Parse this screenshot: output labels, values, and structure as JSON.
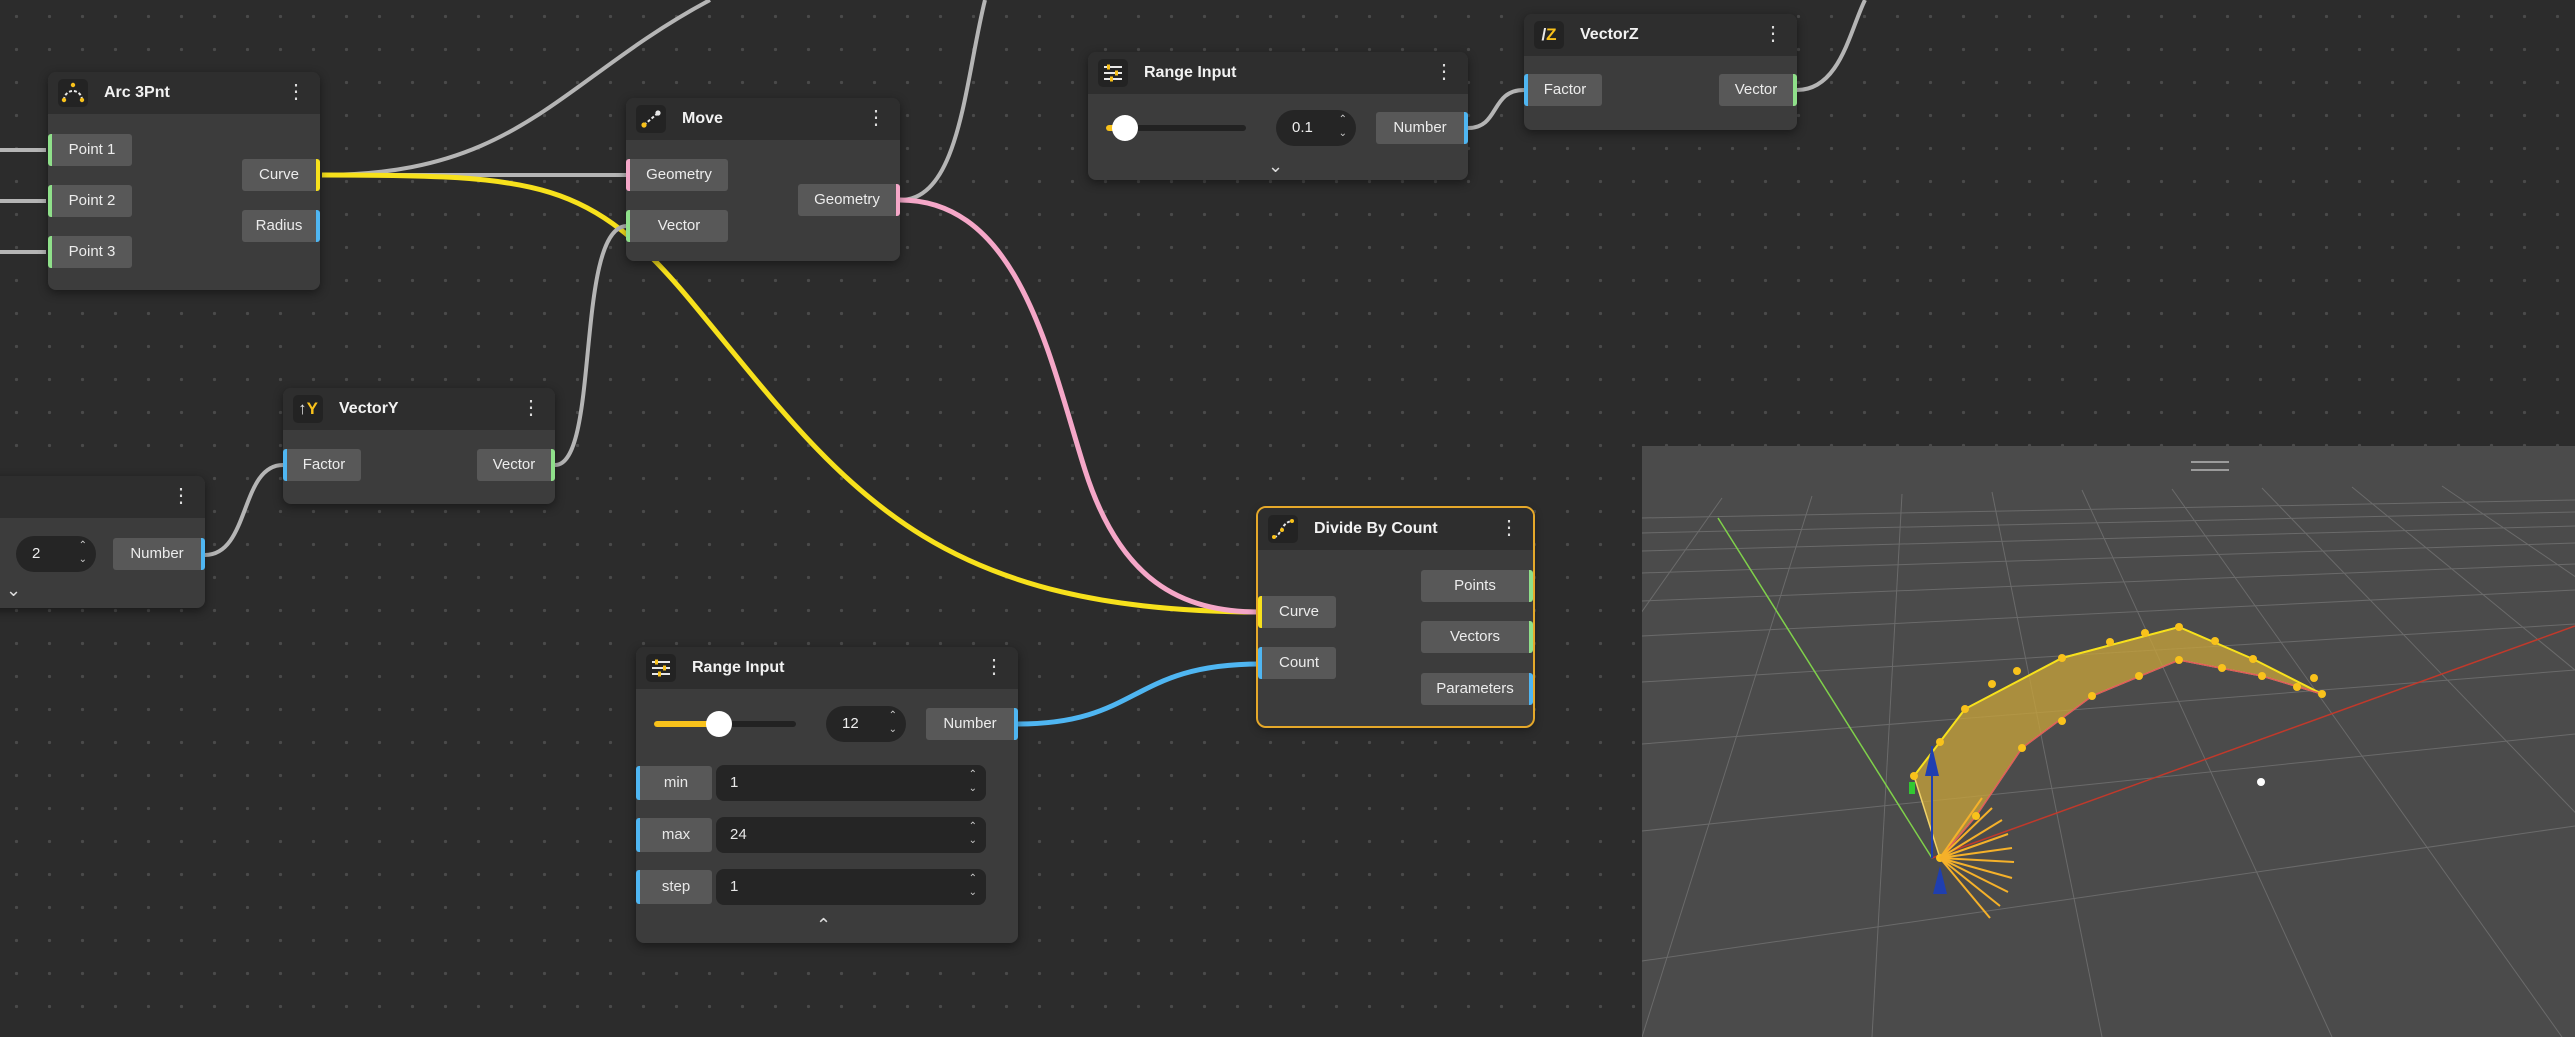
{
  "nodes": {
    "arc3pnt": {
      "title": "Arc 3Pnt",
      "icon": "arc-icon",
      "inputs": [
        "Point 1",
        "Point 2",
        "Point 3"
      ],
      "outputs": [
        "Curve",
        "Radius"
      ]
    },
    "move": {
      "title": "Move",
      "icon": "move-icon",
      "inputs": [
        "Geometry",
        "Vector"
      ],
      "outputs": [
        "Geometry"
      ]
    },
    "range_top": {
      "title": "Range Input",
      "icon": "sliders-icon",
      "value": "0.1",
      "slider_fraction": 0.1,
      "output": "Number"
    },
    "vectorz": {
      "title": "VectorZ",
      "icon": "vector-z-icon",
      "inputs": [
        "Factor"
      ],
      "outputs": [
        "Vector"
      ]
    },
    "vectory": {
      "title": "VectorY",
      "icon": "vector-y-icon",
      "inputs": [
        "Factor"
      ],
      "outputs": [
        "Vector"
      ]
    },
    "number_left": {
      "value": "2",
      "output": "Number"
    },
    "divide": {
      "title": "Divide By Count",
      "icon": "divide-curve-icon",
      "inputs": [
        "Curve",
        "Count"
      ],
      "outputs": [
        "Points",
        "Vectors",
        "Parameters"
      ]
    },
    "range_bottom": {
      "title": "Range Input",
      "icon": "sliders-icon",
      "value": "12",
      "slider_fraction": 0.478,
      "output": "Number",
      "fields": [
        {
          "label": "min",
          "value": "1"
        },
        {
          "label": "max",
          "value": "24"
        },
        {
          "label": "step",
          "value": "1"
        }
      ]
    }
  },
  "icons": {
    "menu": "more-vertical-icon",
    "expand": "chevron-down-icon",
    "collapse": "chevron-up-icon",
    "viewport_handle": "drag-handle-icon"
  },
  "colors": {
    "curve_wire": "#f7e11c",
    "geometry_wire": "#f5a7c8",
    "number_wire": "#4fb6f2",
    "vector_wire": "#8fe08a",
    "neutral_wire": "#b5b5b5",
    "accent": "#f9c21b",
    "selected_outline": "#e5a82a"
  }
}
